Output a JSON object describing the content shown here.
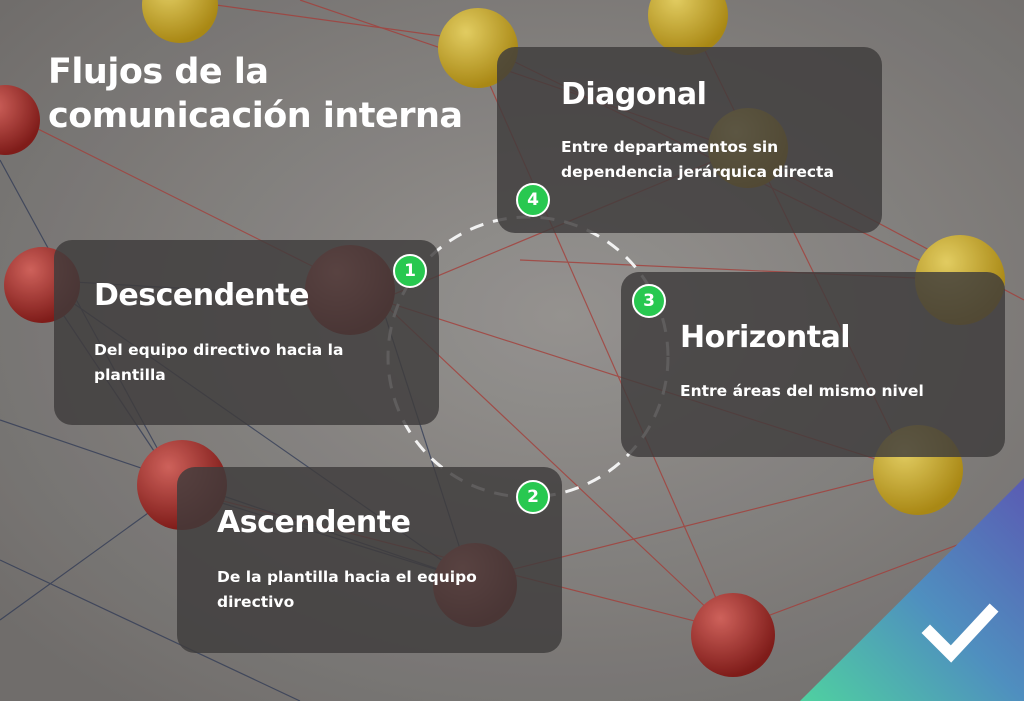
{
  "title": {
    "line1": "Flujos de la",
    "line2": "comunicación interna"
  },
  "cards": [
    {
      "number": "1",
      "heading": "Descendente",
      "text": "Del equipo directivo hacia la plantilla"
    },
    {
      "number": "2",
      "heading": "Ascendente",
      "text": "De la plantilla hacia el equipo directivo"
    },
    {
      "number": "3",
      "heading": "Horizontal",
      "text": "Entre áreas del mismo nivel"
    },
    {
      "number": "4",
      "heading": "Diagonal",
      "text": "Entre departamentos sin dependencia jerárquica directa"
    }
  ],
  "colors": {
    "badge": "#28c850",
    "card": "#3e3c3c",
    "corner_start": "#4fd1a0",
    "corner_end": "#5a5bb3"
  },
  "icons": {
    "corner": "checkmark-icon"
  }
}
